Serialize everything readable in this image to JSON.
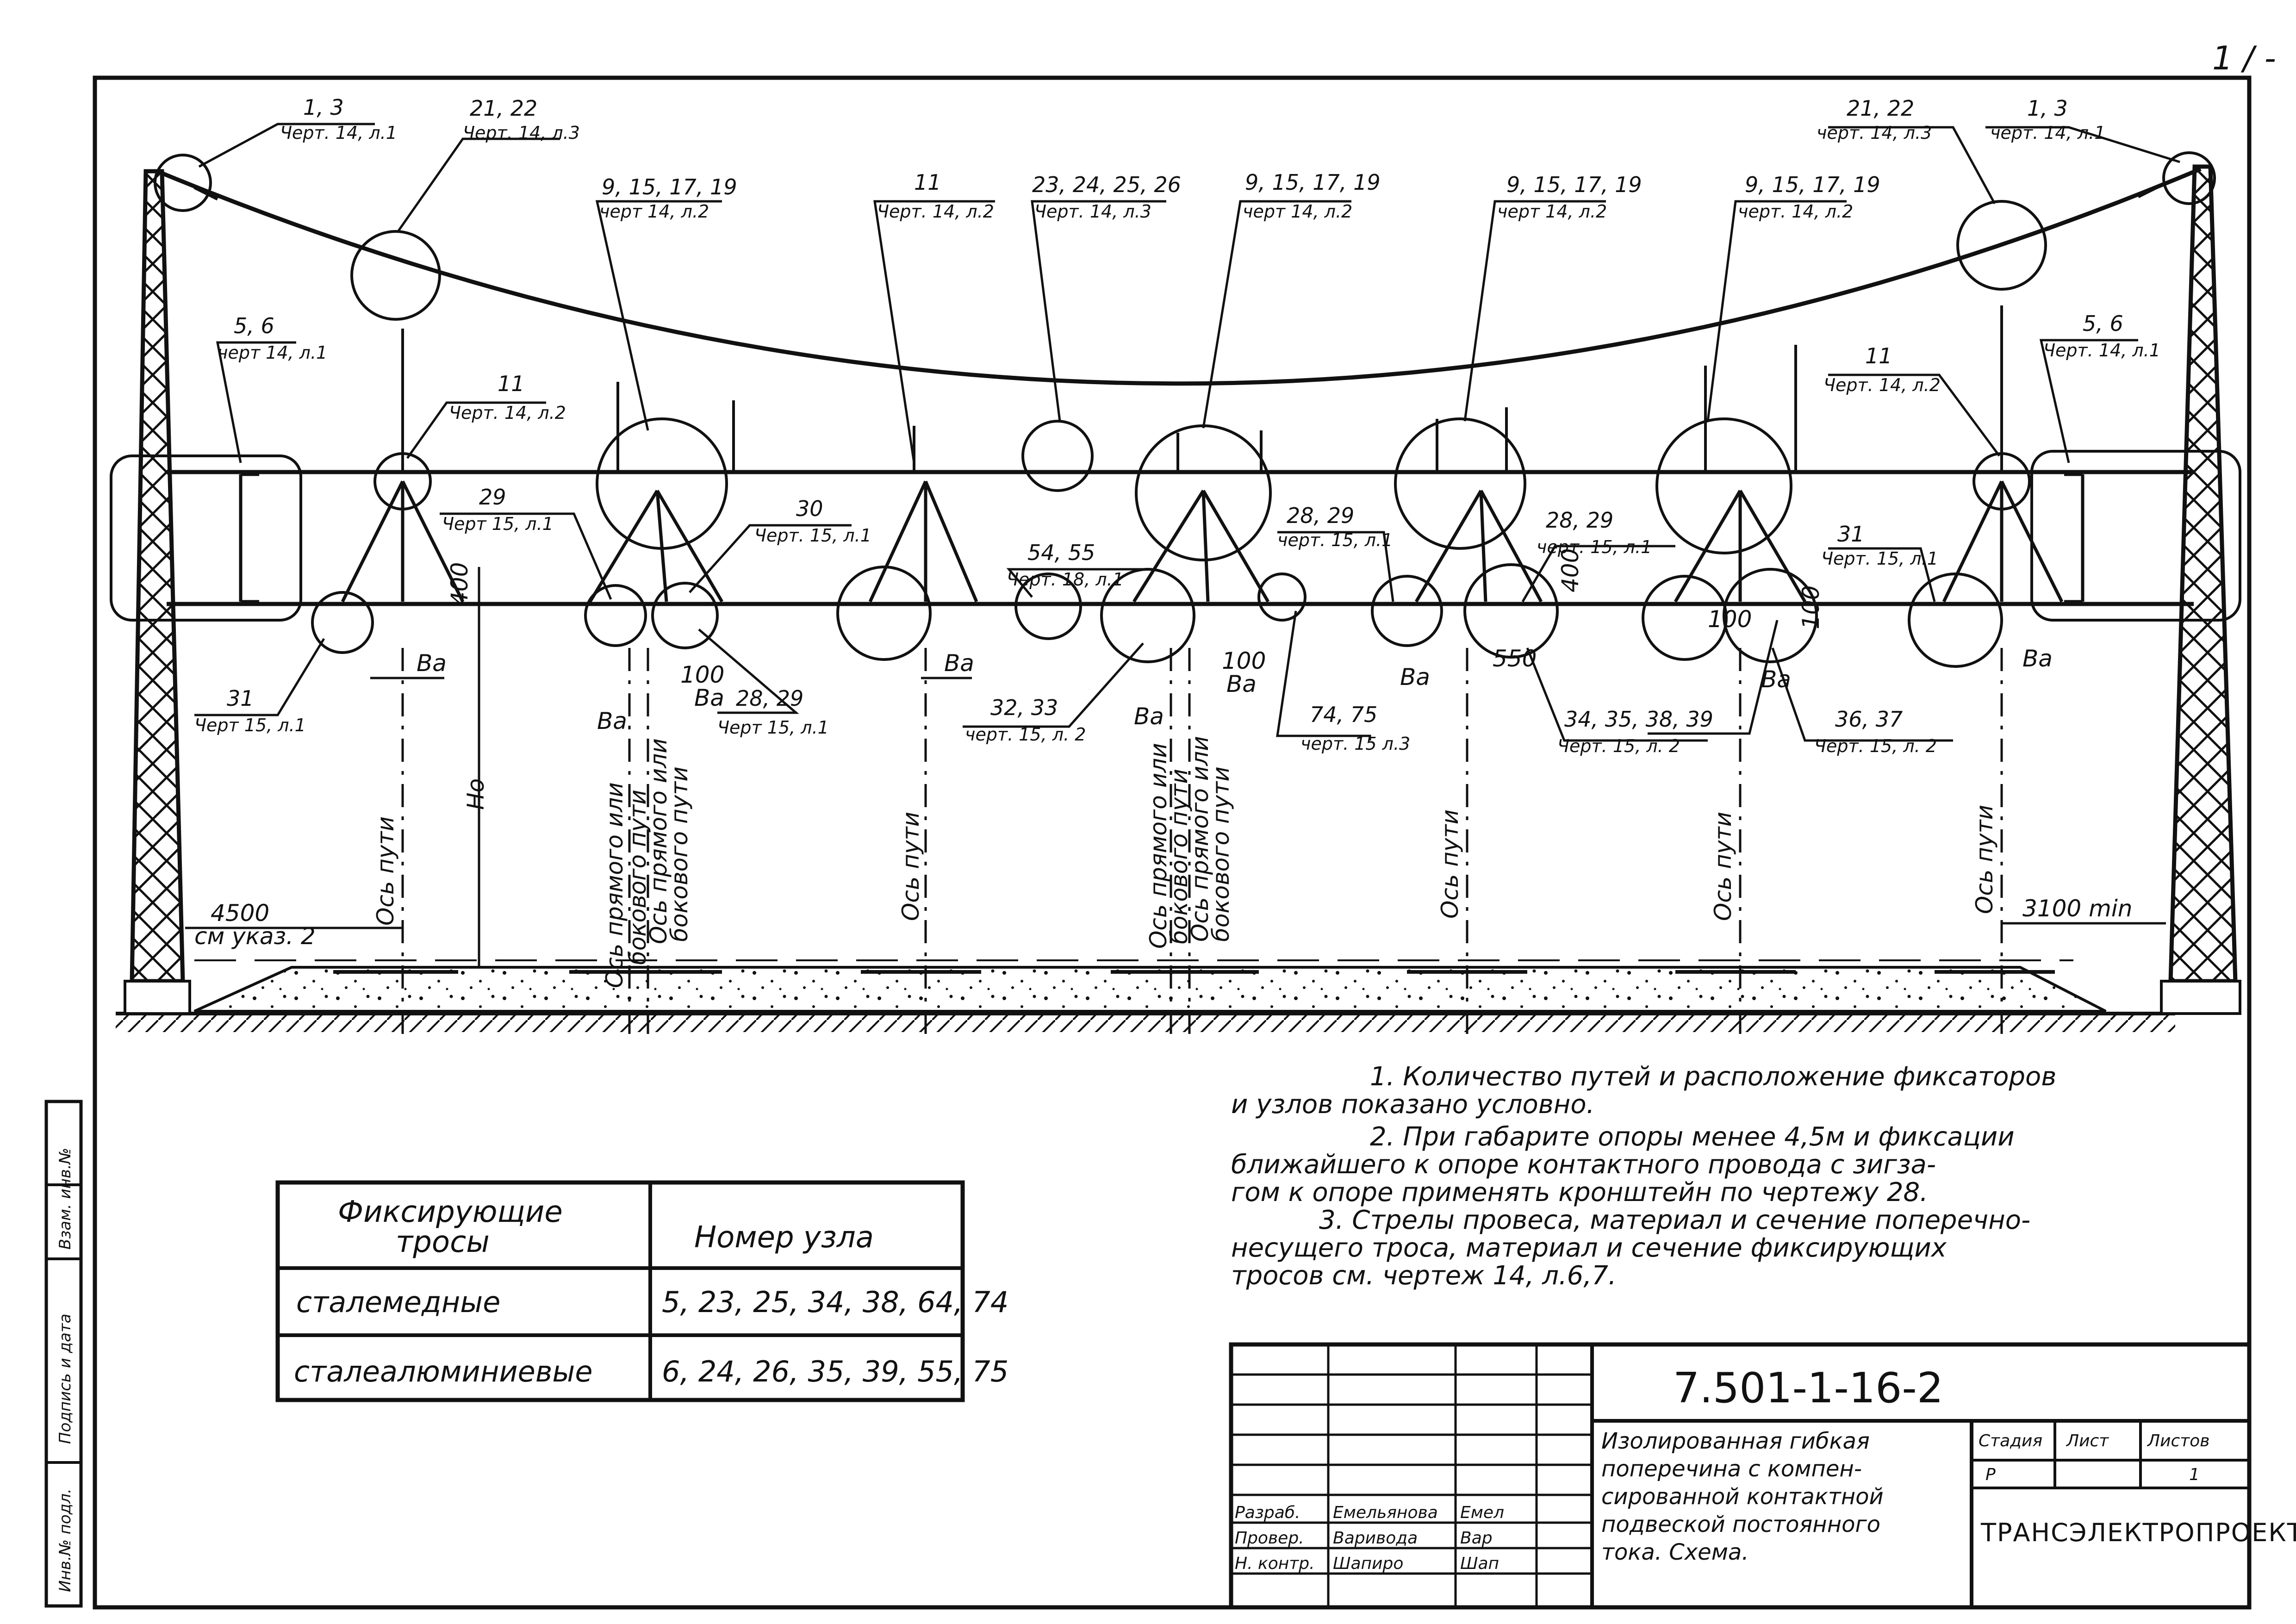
{
  "page_marker": "1 / -",
  "leaders": [
    {
      "id": "l-tl-13",
      "num": "1, 3",
      "ref": "Черт. 14, л.1"
    },
    {
      "id": "l-tl-2122",
      "num": "21, 22",
      "ref": "Черт. 14, л.3"
    },
    {
      "id": "l-top-9a",
      "num": "9, 15, 17, 19",
      "ref": "черт 14, л.2"
    },
    {
      "id": "l-top-11",
      "num": "11",
      "ref": "Черт. 14, л.2"
    },
    {
      "id": "l-top-2326",
      "num": "23, 24, 25, 26",
      "ref": "Черт. 14, л.3"
    },
    {
      "id": "l-top-9b",
      "num": "9, 15, 17, 19",
      "ref": "черт 14, л.2"
    },
    {
      "id": "l-top-9c",
      "num": "9, 15, 17, 19",
      "ref": "черт 14, л.2"
    },
    {
      "id": "l-top-9d",
      "num": "9, 15, 17, 19",
      "ref": "черт. 14, л.2"
    },
    {
      "id": "l-tr-2122",
      "num": "21, 22",
      "ref": "черт. 14, л.3"
    },
    {
      "id": "l-tr-13",
      "num": "1, 3",
      "ref": "черт. 14, л.1"
    },
    {
      "id": "l-l-56",
      "num": "5, 6",
      "ref": "черт 14, л.1"
    },
    {
      "id": "l-l-11",
      "num": "11",
      "ref": "Черт. 14, л.2"
    },
    {
      "id": "l-r-56",
      "num": "5, 6",
      "ref": "Черт. 14, л.1"
    },
    {
      "id": "l-r-11",
      "num": "11",
      "ref": "Черт. 14, л.2"
    },
    {
      "id": "l-29",
      "num": "29",
      "ref": "Черт 15, л.1"
    },
    {
      "id": "l-30",
      "num": "30",
      "ref": "Черт. 15, л.1"
    },
    {
      "id": "l-5455",
      "num": "54, 55",
      "ref": "Черт. 18, л.1"
    },
    {
      "id": "l-2829a",
      "num": "28, 29",
      "ref": "Черт 15, л.1"
    },
    {
      "id": "l-2829b",
      "num": "28, 29",
      "ref": "черт. 15, л.1"
    },
    {
      "id": "l-31r",
      "num": "31",
      "ref": "Черт. 15, л.1"
    },
    {
      "id": "l-31l",
      "num": "31",
      "ref": "Черт 15, л.1"
    },
    {
      "id": "l-2829c",
      "num": "28, 29",
      "ref": "черт. 15, л.1"
    },
    {
      "id": "l-3233",
      "num": "32, 33",
      "ref": "черт. 15, л. 2"
    },
    {
      "id": "l-7475",
      "num": "74, 75",
      "ref": "черт. 15 л.3"
    },
    {
      "id": "l-3439",
      "num": "34, 35, 38, 39",
      "ref": "Черт. 15, л. 2"
    },
    {
      "id": "l-3637",
      "num": "36, 37",
      "ref": "Черт. 15, л. 2"
    }
  ],
  "dims": {
    "d400a": "400",
    "d400b": "400",
    "d100a": "100",
    "d100b": "100",
    "d100c": "100",
    "d100d": "100",
    "d550": "550",
    "ba": "Ва",
    "ho": "Но",
    "d4500": "4500",
    "see_note": "см указ. 2",
    "d3100": "3100 min"
  },
  "axis_labels": {
    "track": "Ось пути",
    "straight1": "Ось прямого или",
    "straight2": "бокового пути"
  },
  "notes": [
    "1. Количество путей и расположение фиксаторов",
    "и узлов показано условно.",
    "2. При габарите опоры менее 4,5м и фиксации",
    "ближайшего к опоре контактного провода с зигза-",
    "гом к опоре применять кронштейн по чертежу 28.",
    "3. Стрелы провеса, материал и сечение поперечно-",
    "несущего троса, материал и сечение фиксирующих",
    "тросов см. чертеж 14, л.6,7."
  ],
  "table": {
    "head_col1_line1": "Фиксирующие",
    "head_col1_line2": "тросы",
    "head_col2": "Номер узла",
    "rows": [
      {
        "name": "сталемедные",
        "nodes": "5, 23, 25, 34, 38, 64, 74"
      },
      {
        "name": "сталеалюминиевые",
        "nodes": "6, 24, 26, 35, 39, 55, 75"
      }
    ]
  },
  "title_block": {
    "code": "7.501-1-16-2",
    "title_lines": [
      "Изолированная гибкая",
      "поперечина с компен-",
      "сированной контактной",
      "подвеской постоянного",
      "тока. Схема."
    ],
    "stage_h": "Стадия",
    "stage_v": "Р",
    "sheet_h": "Лист",
    "sheet_v": "",
    "sheets_h": "Листов",
    "sheets_v": "1",
    "org": "ТРАНСЭЛЕКТРОПРОЕКТ",
    "roles": [
      {
        "role": "Разраб.",
        "name": "Емельянова",
        "sign": "Емел"
      },
      {
        "role": "Провер.",
        "name": "Варивода",
        "sign": "Вар"
      },
      {
        "role": "Н. контр.",
        "name": "Шапиро",
        "sign": "Шап"
      }
    ]
  },
  "side_stamp": [
    "Инв.№ подл.",
    "Подпись и дата",
    "Взам. инв.№"
  ]
}
